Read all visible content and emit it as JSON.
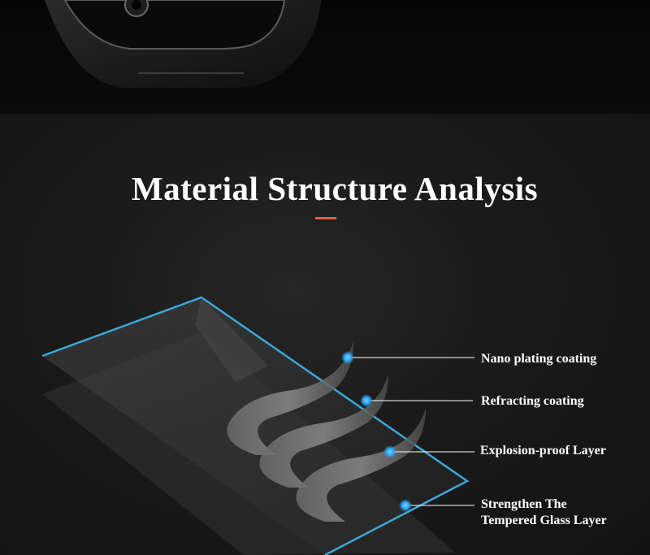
{
  "title": "Material Structure Analysis",
  "colors": {
    "accent": "#e0604a",
    "glass_edge": "#3aa8d8",
    "marker": "#2aa8ff",
    "text": "#ffffff"
  },
  "layers": [
    {
      "label": "Nano plating coating"
    },
    {
      "label": "Refracting coating"
    },
    {
      "label": "Explosion-proof Layer"
    },
    {
      "label_line1": "Strengthen The",
      "label_line2": "Tempered Glass Layer"
    }
  ]
}
